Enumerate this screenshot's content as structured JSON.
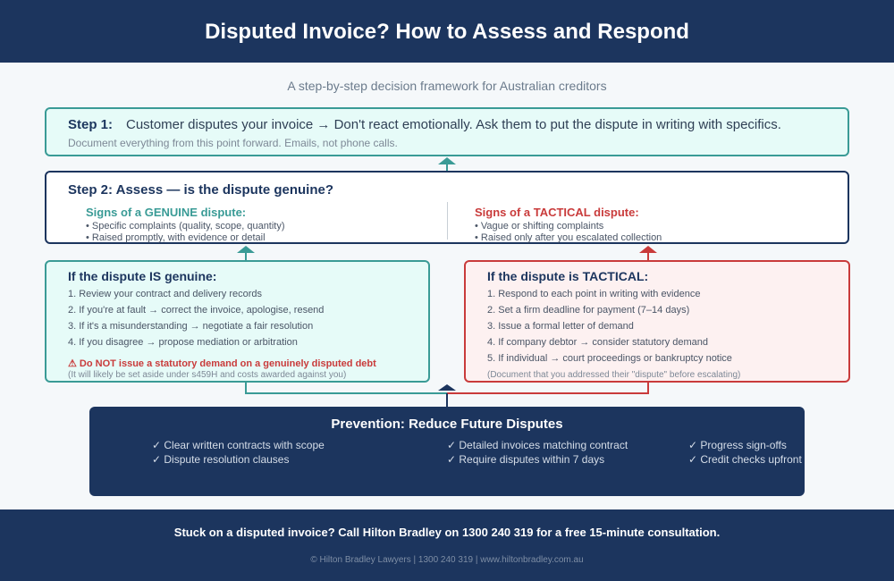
{
  "header": {
    "title": "Disputed Invoice? How to Assess and Respond"
  },
  "subtitle": "A step-by-step decision framework for Australian creditors",
  "step1": {
    "label": "Step 1:",
    "text": "Customer disputes your invoice → Don't react emotionally. Ask them to put the dispute in writing with specifics.",
    "note": "Document everything from this point forward. Emails, not phone calls."
  },
  "step2": {
    "title": "Step 2: Assess — is the dispute genuine?",
    "genuine": {
      "title": "Signs of a GENUINE dispute:",
      "bullets": [
        "• Specific complaints (quality, scope, quantity)",
        "• Raised promptly, with evidence or detail"
      ]
    },
    "tactical": {
      "title": "Signs of a TACTICAL dispute:",
      "bullets": [
        "• Vague or shifting complaints",
        "• Raised only after you escalated collection"
      ]
    }
  },
  "genuine_box": {
    "title": "If the dispute IS genuine:",
    "items": [
      "1. Review your contract and delivery records",
      "2. If you're at fault → correct the invoice, apologise, resend",
      "3. If it's a misunderstanding → negotiate a fair resolution",
      "4. If you disagree → propose mediation or arbitration"
    ],
    "warning": "⚠ Do NOT issue a statutory demand on a genuinely disputed debt",
    "warning_note": "(It will likely be set aside under s459H and costs awarded against you)"
  },
  "tactical_box": {
    "title": "If the dispute is TACTICAL:",
    "items": [
      "1. Respond to each point in writing with evidence",
      "2. Set a firm deadline for payment (7–14 days)",
      "3. Issue a formal letter of demand",
      "4. If company debtor → consider statutory demand",
      "5. If individual → court proceedings or bankruptcy notice"
    ],
    "note": "(Document that you addressed their \"dispute\" before escalating)"
  },
  "prevention": {
    "title": "Prevention: Reduce Future Disputes",
    "items": [
      "✓ Clear written contracts with scope",
      "✓ Dispute resolution clauses",
      "✓ Detailed invoices matching contract",
      "✓ Require disputes within 7 days",
      "✓ Progress sign-offs",
      "✓ Credit checks upfront"
    ]
  },
  "footer": {
    "cta": "Stuck on a disputed invoice? Call Hilton Bradley on 1300 240 319 for a free 15-minute consultation.",
    "copyright": "© Hilton Bradley Lawyers | 1300 240 319 | www.hiltonbradley.com.au"
  },
  "colors": {
    "navy": "#1c355e",
    "teal": "#3a9b96",
    "red": "#c93b3b",
    "teal_bg": "#e6fbf8",
    "red_bg": "#fdf1f1"
  }
}
